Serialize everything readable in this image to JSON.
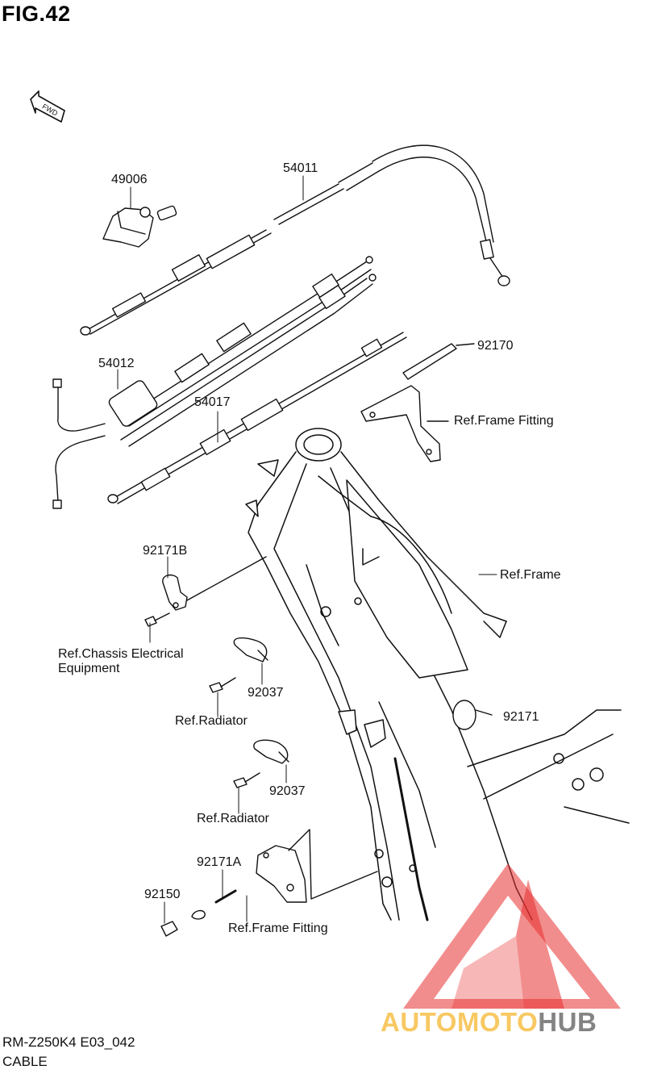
{
  "figure_title": "FIG.42",
  "fwd_badge": "FWD",
  "callouts": {
    "c49006": "49006",
    "c54011": "54011",
    "c54012": "54012",
    "c54017": "54017",
    "c92170": "92170",
    "c92171b": "92171B",
    "c92037a": "92037",
    "c92037b": "92037",
    "c92171": "92171",
    "c92171a": "92171A",
    "c92150": "92150"
  },
  "references": {
    "frame_fitting_top": "Ref.Frame Fitting",
    "frame": "Ref.Frame",
    "chassis_electrical": "Ref.Chassis Electrical\nEquipment",
    "radiator_1": "Ref.Radiator",
    "radiator_2": "Ref.Radiator",
    "frame_fitting_bottom": "Ref.Frame Fitting"
  },
  "footer": {
    "model_code": "RM-Z250K4 E03_042",
    "section_name": "CABLE"
  },
  "watermark": {
    "part1": "AUTOMOTO",
    "part2": "HUB",
    "color_red": "#e83030",
    "color_orange": "#f5b63e",
    "color_gray": "#6e6e6e"
  },
  "colors": {
    "line": "#111111",
    "background": "#ffffff"
  }
}
